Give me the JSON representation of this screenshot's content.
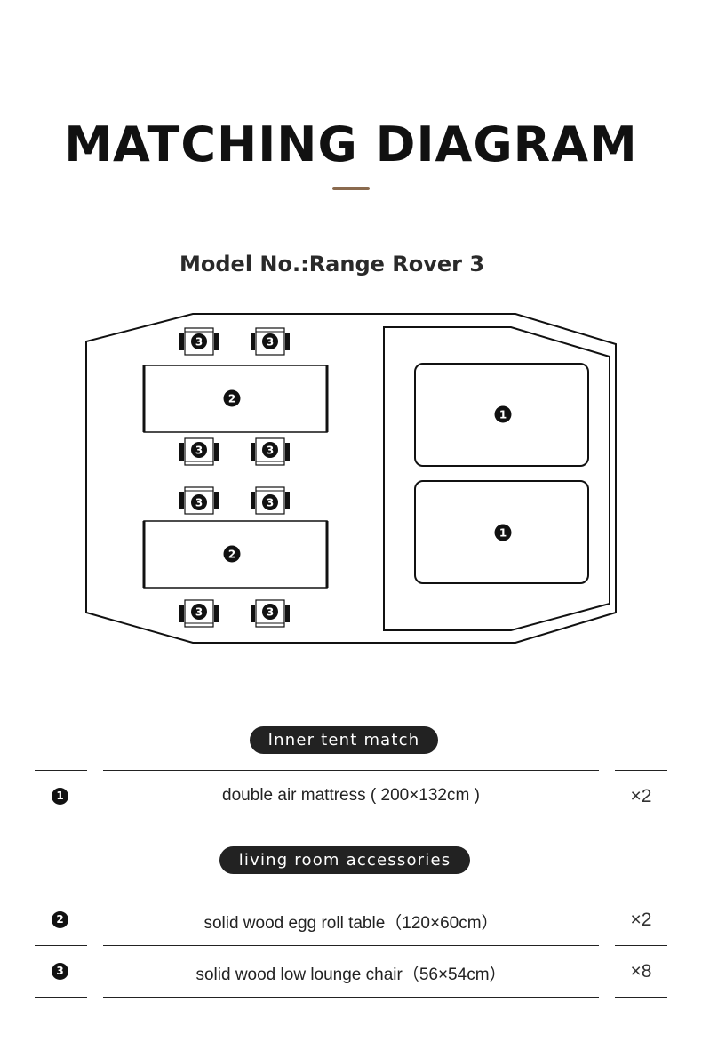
{
  "heading": {
    "title": "MATCHING DIAGRAM",
    "accent_color": "#8a6a4e"
  },
  "model": {
    "text": "Model No.:Range Rover 3"
  },
  "diagram": {
    "mattress_marker": "1",
    "table_marker": "2",
    "chair_marker": "3",
    "mattress_count": 2,
    "table_count": 2,
    "chair_count": 8
  },
  "sections": [
    {
      "label": "Inner tent match",
      "items": [
        {
          "marker": "1",
          "description": "double air mattress ( 200×132cm )",
          "quantity": "×2"
        }
      ]
    },
    {
      "label": "living room accessories",
      "items": [
        {
          "marker": "2",
          "description": "solid wood egg roll table（120×60cm）",
          "quantity": "×2"
        },
        {
          "marker": "3",
          "description": "solid wood low lounge chair（56×54cm）",
          "quantity": "×8"
        }
      ]
    }
  ]
}
